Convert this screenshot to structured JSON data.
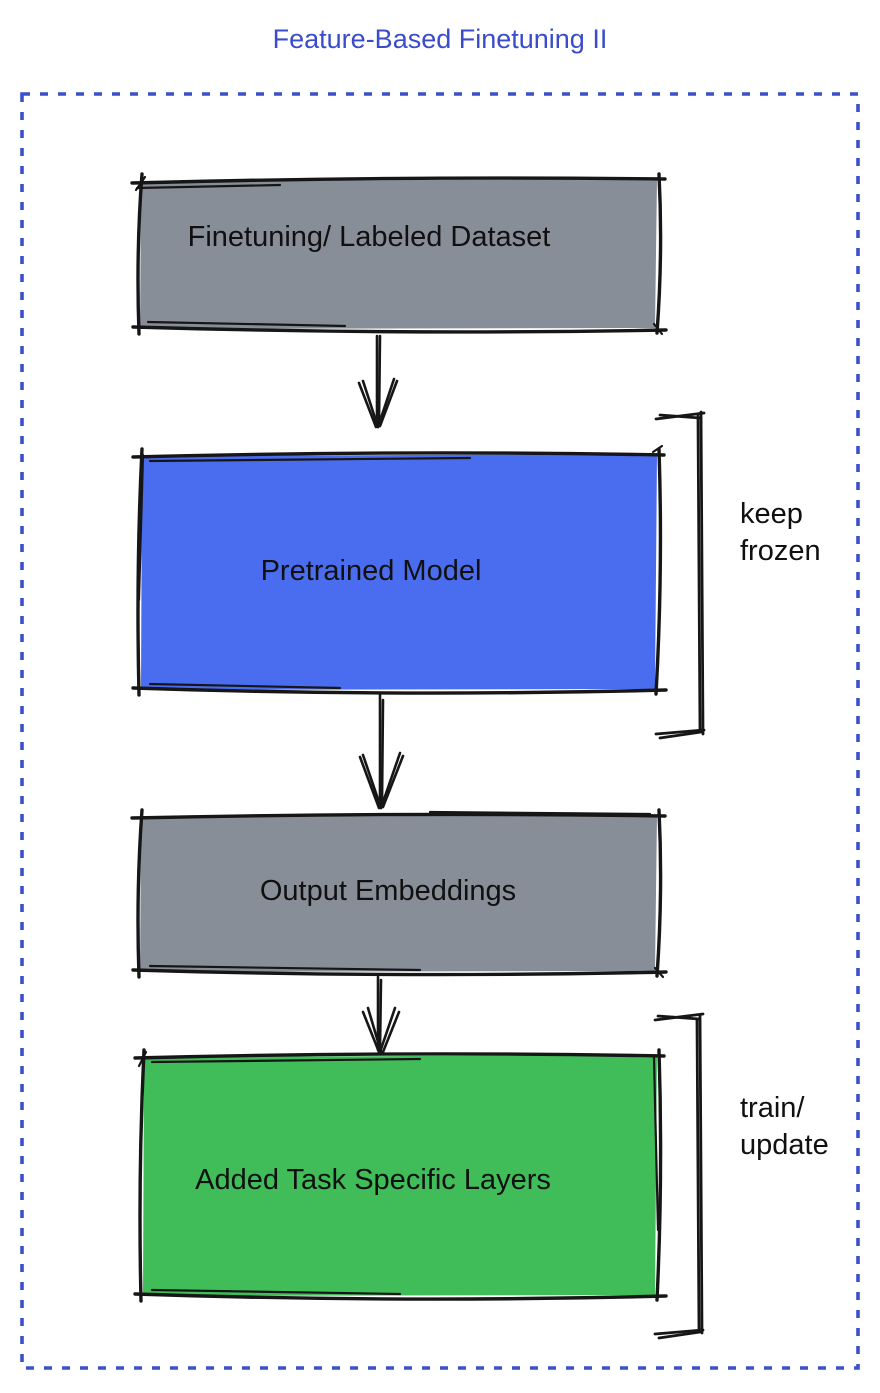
{
  "title": "Feature-Based Finetuning II",
  "colors": {
    "title_blue": "#3A4BCB",
    "frame_blue": "#3B50C9",
    "node_gray": "#878E97",
    "node_blue": "#4A6DEF",
    "node_green": "#40BD59",
    "ink": "#161616"
  },
  "diagram": {
    "nodes": [
      {
        "id": "finetuning-dataset",
        "label": "Finetuning/ Labeled Dataset",
        "fill": "#878E97"
      },
      {
        "id": "pretrained-model",
        "label": "Pretrained Model",
        "fill": "#4A6DEF"
      },
      {
        "id": "output-embeddings",
        "label": "Output Embeddings",
        "fill": "#878E97"
      },
      {
        "id": "task-specific-layers",
        "label": "Added Task Specific Layers",
        "fill": "#40BD59"
      }
    ],
    "annotations": [
      {
        "target": "pretrained-model",
        "label": "keep\nfrozen"
      },
      {
        "target": "task-specific-layers",
        "label": "train/\nupdate"
      }
    ],
    "edges": [
      {
        "from": "finetuning-dataset",
        "to": "pretrained-model"
      },
      {
        "from": "pretrained-model",
        "to": "output-embeddings"
      },
      {
        "from": "output-embeddings",
        "to": "task-specific-layers"
      }
    ]
  }
}
